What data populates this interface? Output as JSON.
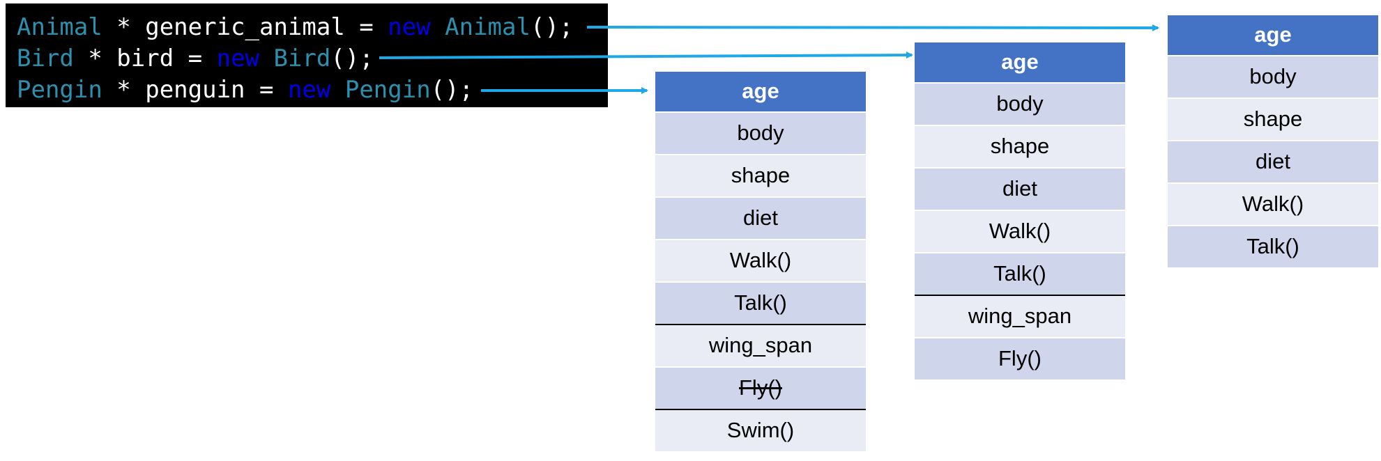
{
  "code": {
    "lines": [
      {
        "type_name": "Animal",
        "declaration": " * generic_animal = ",
        "keyword": "new",
        "space": " ",
        "ctor": "Animal",
        "tail": "();"
      },
      {
        "type_name": "Bird",
        "declaration": " * bird = ",
        "keyword": "new",
        "space": " ",
        "ctor": "Bird",
        "tail": "();"
      },
      {
        "type_name": "Pengin",
        "declaration": " * penguin = ",
        "keyword": "new",
        "space": " ",
        "ctor": "Pengin",
        "tail": "();"
      }
    ]
  },
  "tables": {
    "animal": {
      "header": "age",
      "rows": [
        "body",
        "shape",
        "diet",
        "Walk()",
        "Talk()"
      ]
    },
    "bird": {
      "header": "age",
      "rows": [
        "body",
        "shape",
        "diet",
        "Walk()",
        "Talk()",
        "wing_span",
        "Fly()"
      ]
    },
    "penguin": {
      "header": "age",
      "rows": [
        "body",
        "shape",
        "diet",
        "Walk()",
        "Talk()",
        "wing_span",
        "Fly()",
        "Swim()"
      ]
    }
  },
  "colors": {
    "code_background": "#000000",
    "type_color": "#2b91af",
    "keyword_color": "#0000e6",
    "header_fill": "#4472c4",
    "row_dark": "#cfd5ea",
    "row_light": "#e9ebf5",
    "arrow": "#1fa8e8"
  },
  "styles": {
    "penguin_struck_row": "Fly()"
  }
}
